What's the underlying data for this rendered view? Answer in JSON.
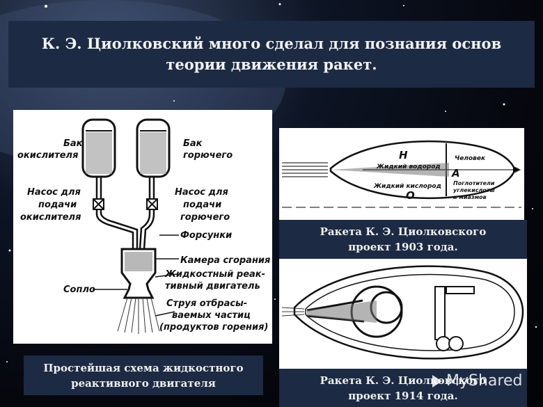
{
  "title": "К. Э. Циолковский много сделал для познания основ теории движения ракет.",
  "left_figure": {
    "labels": {
      "oxidizer_tank": [
        "Бак",
        "окислителя"
      ],
      "fuel_tank": [
        "Бак",
        "горючего"
      ],
      "oxidizer_pump": [
        "Насос для",
        "подачи",
        "окислителя"
      ],
      "fuel_pump": [
        "Насос для",
        "подачи",
        "горючего"
      ],
      "injectors": "Форсунки",
      "combustion_chamber": "Камера сгорания",
      "engine": [
        "Жидкостный реак-",
        "тивный двигатель"
      ],
      "nozzle": "Сопло",
      "jet": [
        "Струя отбрасы-",
        "ваемых частиц",
        "(продуктов горения)"
      ]
    },
    "caption": [
      "Простейшая схема жидкостного",
      "реактивного двигателя"
    ]
  },
  "rocket_1903": {
    "labels": {
      "h": "Н",
      "hydrogen": "Жидкий водород",
      "oxygen": "Жидкий кислород",
      "o": "О",
      "a": "А",
      "human": "Человек",
      "absorbers": [
        "Поглотители",
        "углекислоты",
        "и миазмов"
      ]
    },
    "caption": [
      "Ракета К. Э. Циолковского",
      "проект 1903 года."
    ]
  },
  "rocket_1914": {
    "caption": [
      "Ракета К. Э. Циолковского",
      "проект 1914 года."
    ]
  },
  "watermark": "MyShared"
}
